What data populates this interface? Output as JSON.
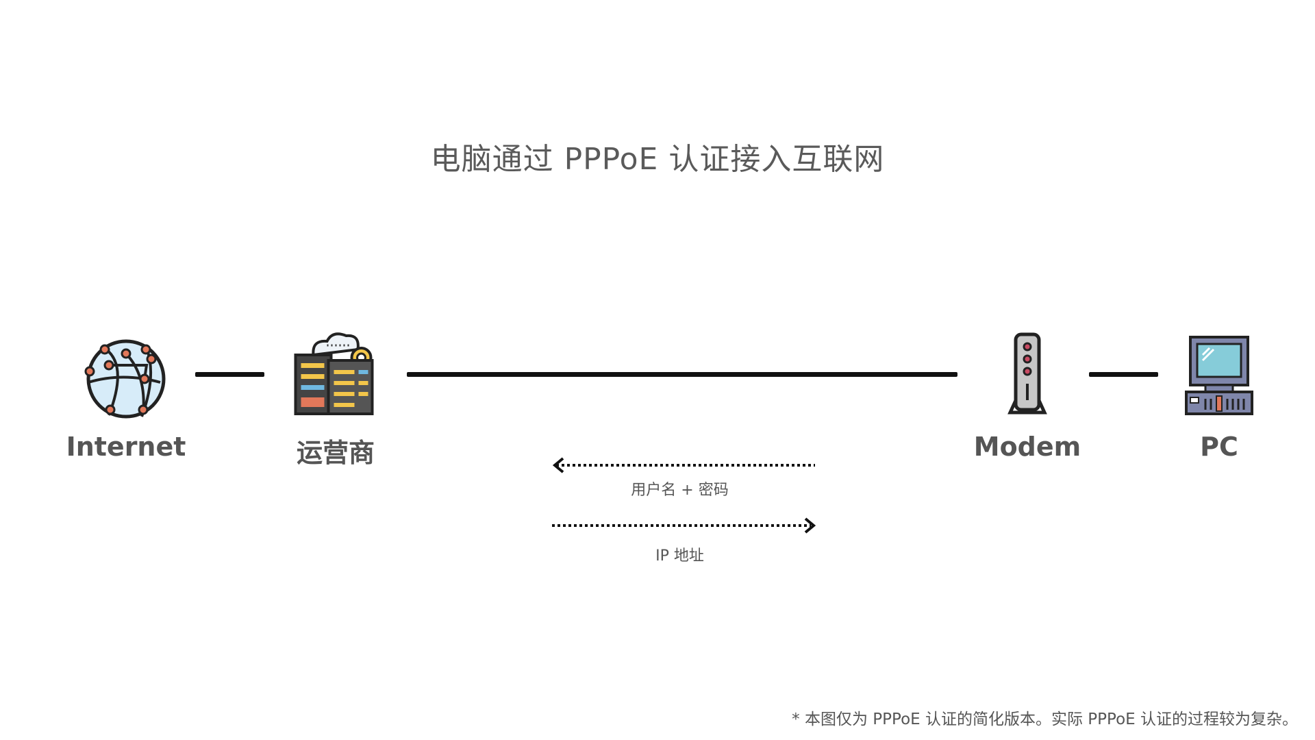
{
  "title": "电脑通过 PPPoE 认证接入互联网",
  "nodes": [
    {
      "label": "Internet",
      "icon": "globe-network-icon"
    },
    {
      "label": "运营商",
      "icon": "isp-server-icon"
    },
    {
      "label": "Modem",
      "icon": "modem-icon"
    },
    {
      "label": "PC",
      "icon": "pc-icon"
    }
  ],
  "flows": [
    {
      "label": "用户名 + 密码",
      "direction": "left"
    },
    {
      "label": "IP 地址",
      "direction": "right"
    }
  ],
  "footnote": "* 本图仅为 PPPoE 认证的简化版本。实际 PPPoE 认证的过程较为复杂。",
  "colors": {
    "text": "#555555",
    "line": "#111111",
    "globe_fill": "#d7ecf9",
    "node_dot": "#e2785a",
    "pc_screen": "#86ccd9",
    "pc_body": "#7f86aa"
  }
}
